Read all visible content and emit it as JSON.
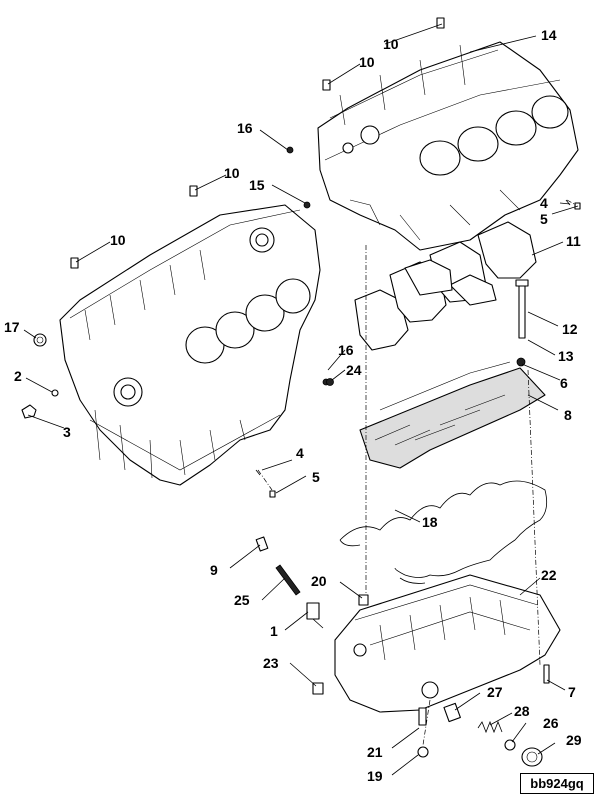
{
  "reference_code": "bb924gq",
  "callouts": {
    "c1": "1",
    "c2": "2",
    "c3": "3",
    "c4a": "4",
    "c4b": "4",
    "c5a": "5",
    "c5b": "5",
    "c6": "6",
    "c7": "7",
    "c8": "8",
    "c9": "9",
    "c10a": "10",
    "c10b": "10",
    "c10c": "10",
    "c10d": "10",
    "c11": "11",
    "c12": "12",
    "c13": "13",
    "c14": "14",
    "c15": "15",
    "c16a": "16",
    "c16b": "16",
    "c17": "17",
    "c18": "18",
    "c19": "19",
    "c20": "20",
    "c21": "21",
    "c22": "22",
    "c23": "23",
    "c24": "24",
    "c25": "25",
    "c26": "26",
    "c27": "27",
    "c28": "28",
    "c29": "29"
  }
}
